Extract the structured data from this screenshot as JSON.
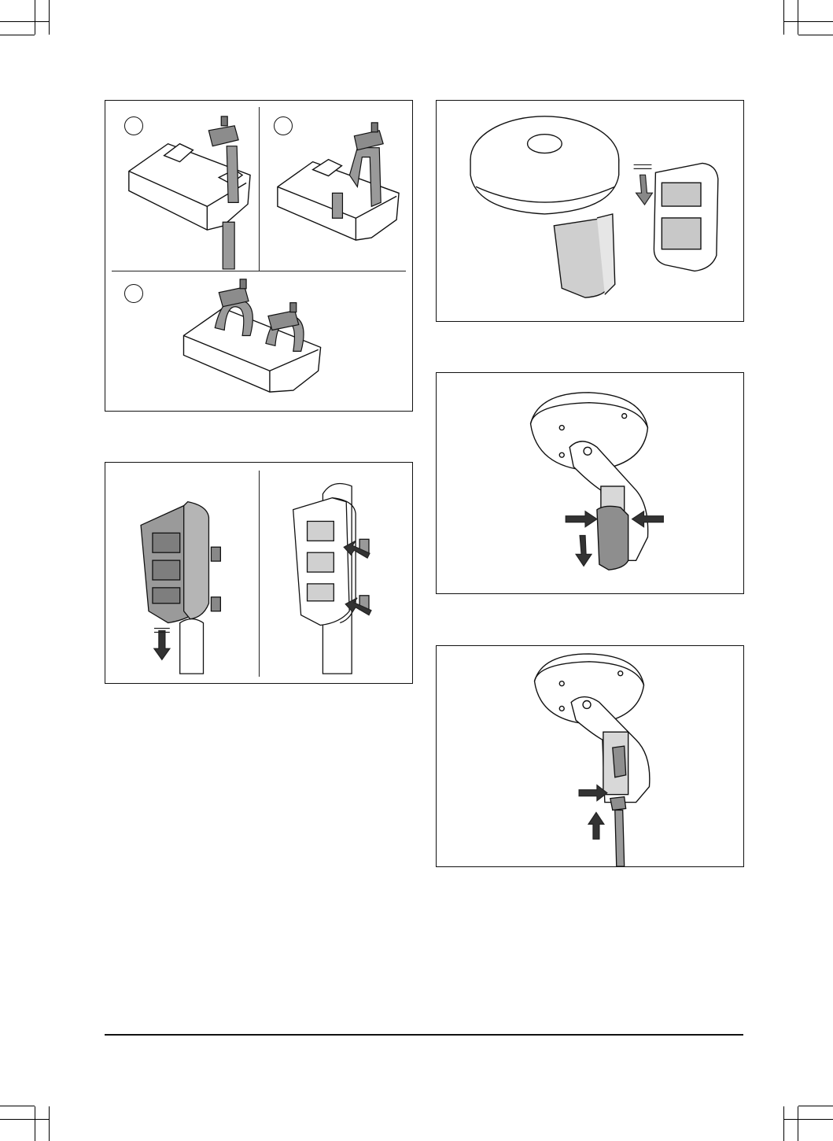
{
  "page": {
    "figures": [
      {
        "id": "strap-assembly",
        "steps": 3
      },
      {
        "id": "bracket-on-pole",
        "panels": 2
      },
      {
        "id": "antenna-cover-slide"
      },
      {
        "id": "antenna-cover-press"
      },
      {
        "id": "cable-connect"
      }
    ],
    "colors": {
      "line": "#111111",
      "part_grey": "#9a9a9a",
      "part_dark": "#777777",
      "arrow": "#222222"
    }
  }
}
